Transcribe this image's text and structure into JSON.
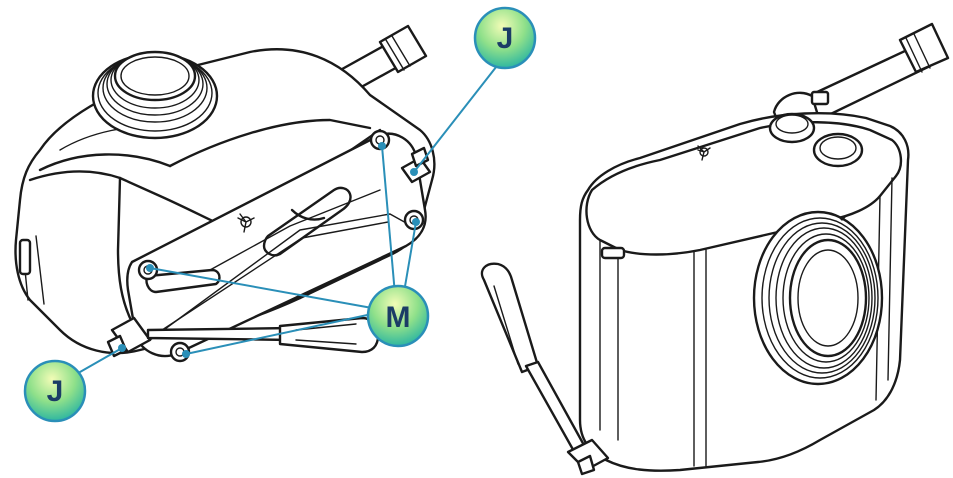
{
  "callouts": {
    "j_top": "J",
    "j_bottom": "J",
    "m": "M"
  },
  "colors": {
    "callout_fill_top": "#e8f8a0",
    "callout_fill_bottom": "#3fc6a8",
    "callout_stroke": "#2a8fb8",
    "leader": "#2a8fb8",
    "label_text": "#1b3c66"
  },
  "icons": {
    "left_unit": "macerator-unit-tilted",
    "right_unit": "macerator-unit-upright",
    "tool": "screwdriver"
  }
}
